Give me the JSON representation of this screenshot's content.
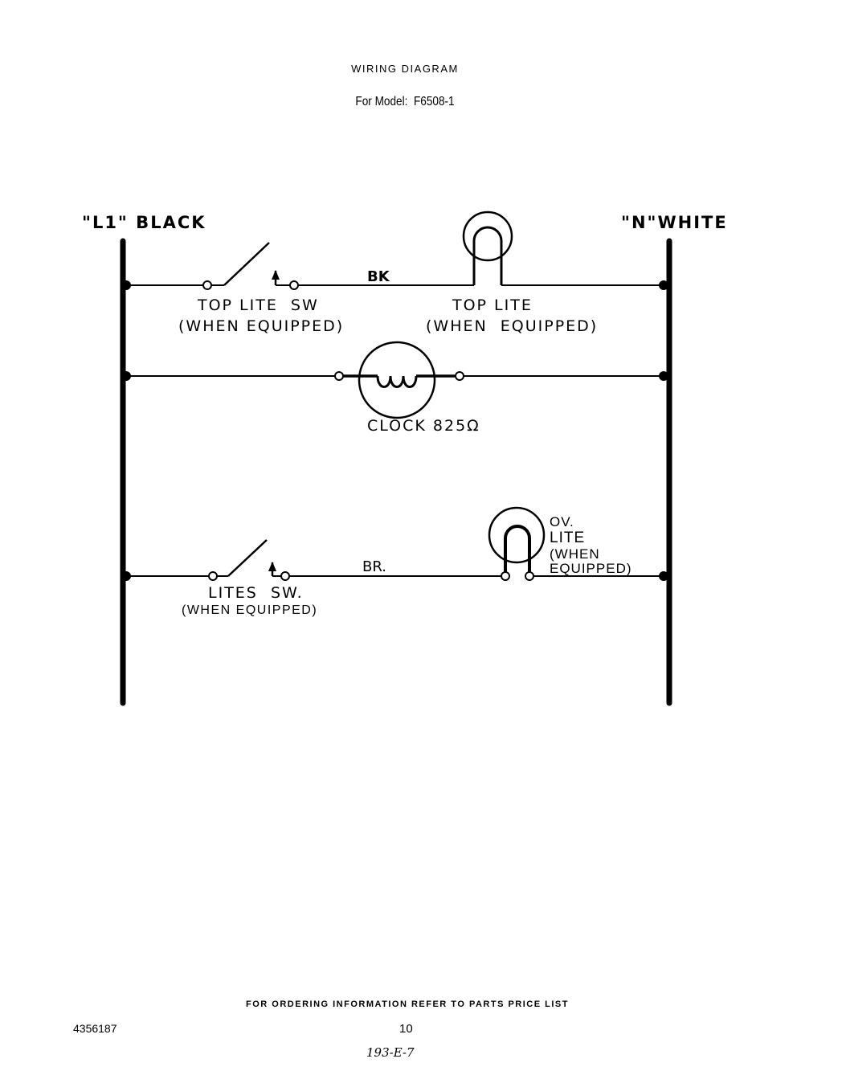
{
  "header": {
    "title": "WIRING DIAGRAM",
    "model": "For Model:  F6508-1"
  },
  "bus": {
    "left_label": "\"L1\" BLACK",
    "right_label": "\"N\"WHITE"
  },
  "rungs": [
    {
      "wire_label": "BK",
      "switch": {
        "label": "TOP LITE  SW",
        "note": "(WHEN EQUIPPED)"
      },
      "load": {
        "type": "lamp",
        "label": "TOP LITE",
        "note": "(WHEN  EQUIPPED)"
      }
    },
    {
      "load": {
        "type": "clock",
        "label": "CLOCK 825",
        "unit": "Ω"
      }
    },
    {
      "wire_label": "BR.",
      "switch": {
        "label": "LITES  SW.",
        "note": "(WHEN EQUIPPED)"
      },
      "load": {
        "type": "lamp",
        "label_lines": [
          "OV.",
          "LITE",
          "(WHEN",
          "EQUIPPED)"
        ]
      }
    }
  ],
  "footer": {
    "ordering": "FOR ORDERING INFORMATION REFER TO PARTS PRICE LIST",
    "doc_number": "4356187",
    "page_number": "10",
    "code": "193-E-7"
  }
}
